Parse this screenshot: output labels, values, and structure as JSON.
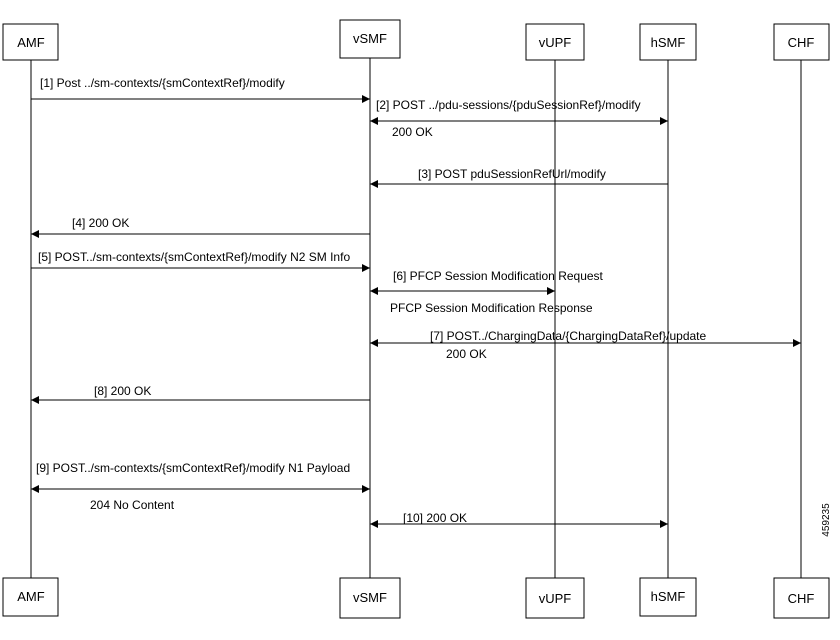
{
  "participants": [
    {
      "id": "amf",
      "label": "AMF"
    },
    {
      "id": "vsmf",
      "label": "vSMF"
    },
    {
      "id": "vupf",
      "label": "vUPF"
    },
    {
      "id": "hsmf",
      "label": "hSMF"
    },
    {
      "id": "chf",
      "label": "CHF"
    }
  ],
  "messages": [
    {
      "label": "[1] Post ../sm-contexts/{smContextRef}/modify",
      "from": "amf",
      "to": "vsmf"
    },
    {
      "label": "[2] POST ../pdu-sessions/{pduSessionRef}/modify",
      "from": "vsmf",
      "to": "hsmf",
      "bidirectional": true,
      "response": "200 OK"
    },
    {
      "label": "[3] POST pduSessionRefUrl/modify",
      "from": "hsmf",
      "to": "vsmf"
    },
    {
      "label": "[4] 200 OK",
      "from": "vsmf",
      "to": "amf"
    },
    {
      "label": "[5] POST../sm-contexts/{smContextRef}/modify N2 SM Info",
      "from": "amf",
      "to": "vsmf"
    },
    {
      "label": "[6] PFCP Session Modification Request",
      "from": "vsmf",
      "to": "vupf",
      "bidirectional": true,
      "response": "PFCP Session Modification Response"
    },
    {
      "label": "[7] POST../ChargingData/{ChargingDataRef}/update",
      "from": "vsmf",
      "to": "chf",
      "bidirectional": true,
      "response": "200 OK"
    },
    {
      "label": "[8] 200 OK",
      "from": "vsmf",
      "to": "amf"
    },
    {
      "label": "[9] POST../sm-contexts/{smContextRef}/modify N1 Payload",
      "from": "amf",
      "to": "vsmf",
      "bidirectional": true,
      "response": "204 No Content"
    },
    {
      "label": "[10] 200 OK",
      "from": "vsmf",
      "to": "hsmf",
      "bidirectional": true
    }
  ],
  "figure_id": "459235"
}
